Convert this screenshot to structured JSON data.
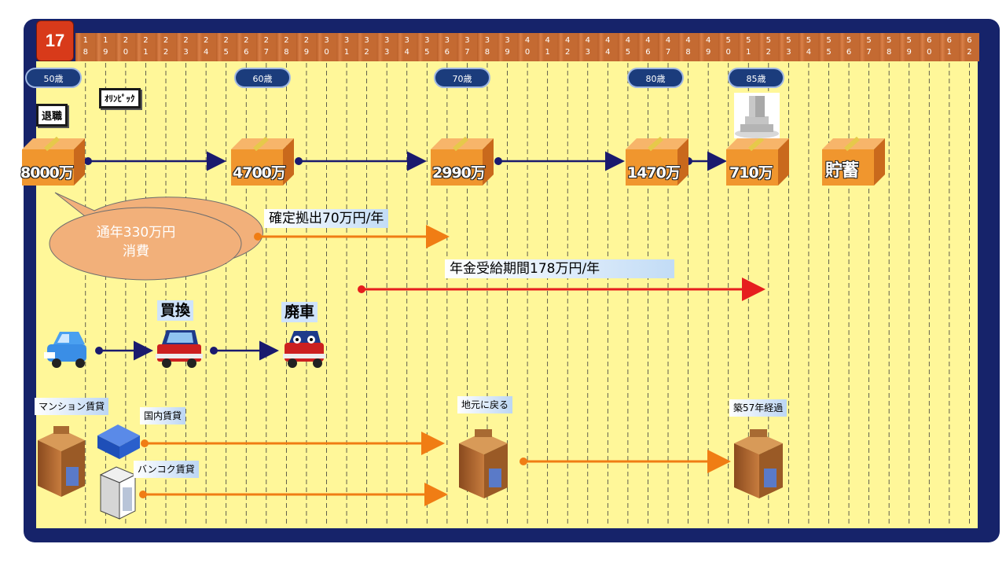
{
  "slide_number": "17",
  "year_ticks": [
    "18",
    "19",
    "20",
    "21",
    "22",
    "23",
    "24",
    "25",
    "26",
    "27",
    "28",
    "29",
    "30",
    "31",
    "32",
    "33",
    "34",
    "35",
    "36",
    "37",
    "38",
    "39",
    "40",
    "41",
    "42",
    "43",
    "44",
    "45",
    "46",
    "47",
    "48",
    "49",
    "50",
    "51",
    "52",
    "53",
    "54",
    "55",
    "56",
    "57",
    "58",
    "59",
    "60",
    "61",
    "62"
  ],
  "ages": [
    "50歳",
    "60歳",
    "70歳",
    "80歳",
    "85歳"
  ],
  "events": {
    "retire": "退職",
    "olympic": "ｵﾘﾝﾋﾟｯｸ"
  },
  "savings": [
    "8000万",
    "4700万",
    "2990万",
    "1470万",
    "710万",
    "貯蓄"
  ],
  "consumption": {
    "line1": "通年330万円",
    "line2": "消費"
  },
  "contribution": "確定拠出70万円/年",
  "pension": "年金受給期間178万円/年",
  "car": {
    "replace": "買換",
    "scrap": "廃車"
  },
  "housing": {
    "condo_rent": "マンション賃貸",
    "domestic_rent": "国内賃貸",
    "bangkok_rent": "バンコク賃貸",
    "return_home": "地元に戻る",
    "age57": "築57年経過"
  },
  "colors": {
    "frame": "#16236a",
    "panel": "#fff799",
    "ruler": "#c46a32",
    "navy_arrow": "#1a1a6e",
    "orange_arrow": "#f07d14",
    "red_arrow": "#e61e1e",
    "box": "#f0962e"
  }
}
